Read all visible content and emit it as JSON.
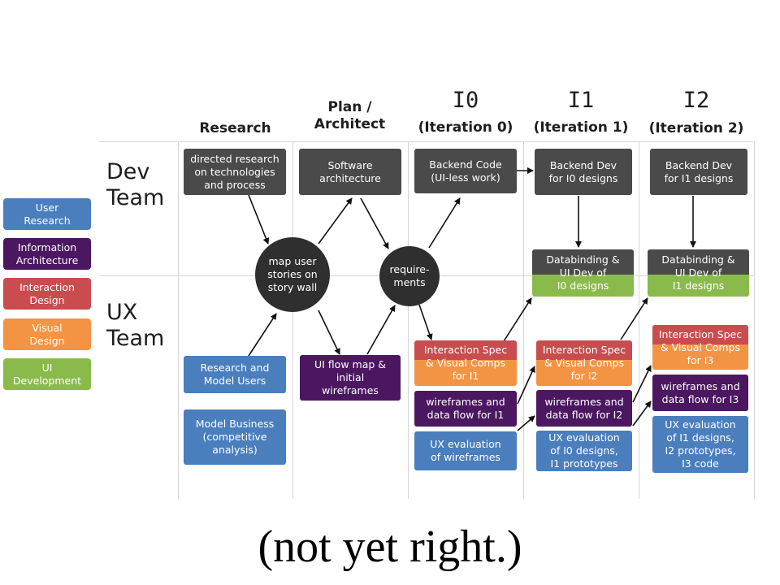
{
  "legend": {
    "user_research": "User\nResearch",
    "information_architecture": "Information\nArchitecture",
    "interaction_design": "Interaction\nDesign",
    "visual_design": "Visual\nDesign",
    "ui_development": "UI\nDevelopment"
  },
  "columns": {
    "research": "Research",
    "plan": "Plan /\nArchitect",
    "i0_id": "I0",
    "i0_label": "(Iteration 0)",
    "i1_id": "I1",
    "i1_label": "(Iteration 1)",
    "i2_id": "I2",
    "i2_label": "(Iteration 2)"
  },
  "rows": {
    "dev_team": "Dev\nTeam",
    "ux_team": "UX\nTeam"
  },
  "dev": {
    "directed_research": "directed research\non technologies\nand process",
    "software_architecture": "Software\narchitecture",
    "backend_code": "Backend Code\n(UI-less work)",
    "backend_dev_i0": "Backend Dev\nfor I0 designs",
    "backend_dev_i1": "Backend Dev\nfor I1 designs",
    "databinding_i0": "Databinding &\nUI Dev of\nI0 designs",
    "databinding_i1": "Databinding &\nUI Dev of\nI1 designs"
  },
  "hubs": {
    "map_user_stories": "map user\nstories on\nstory wall",
    "requirements": "require-\nments"
  },
  "ux": {
    "research_model_users": "Research and\nModel Users",
    "model_business": "Model Business\n(competitive\nanalysis)",
    "ui_flow_map": "UI flow map &\ninitial\nwireframes",
    "spec_i1": "Interaction Spec\n& Visual Comps\nfor I1",
    "wireframes_i1": "wireframes and\ndata flow for I1",
    "ux_eval_wireframes": "UX evaluation\nof wireframes",
    "spec_i2": "Interaction Spec\n& Visual Comps\nfor I2",
    "wireframes_i2": "wireframes and\ndata flow for I2",
    "ux_eval_i0": "UX evaluation\nof I0 designs,\nI1 prototypes",
    "spec_i3": "Interaction Spec\n& Visual Comps\nfor I3",
    "wireframes_i3": "wireframes and\ndata flow for I3",
    "ux_eval_i1": "UX evaluation\nof I1 designs,\nI2 prototypes,\nI3 code"
  },
  "caption": "(not yet right.)",
  "colors": {
    "dev_box": "#4a4a4a",
    "information_architecture": "#4b1761",
    "user_research": "#4a7ebd",
    "visual_design": "#f39445",
    "ui_development": "#8bba4c",
    "interaction_design": "#c94c4e",
    "hub": "#2f2f2f"
  }
}
